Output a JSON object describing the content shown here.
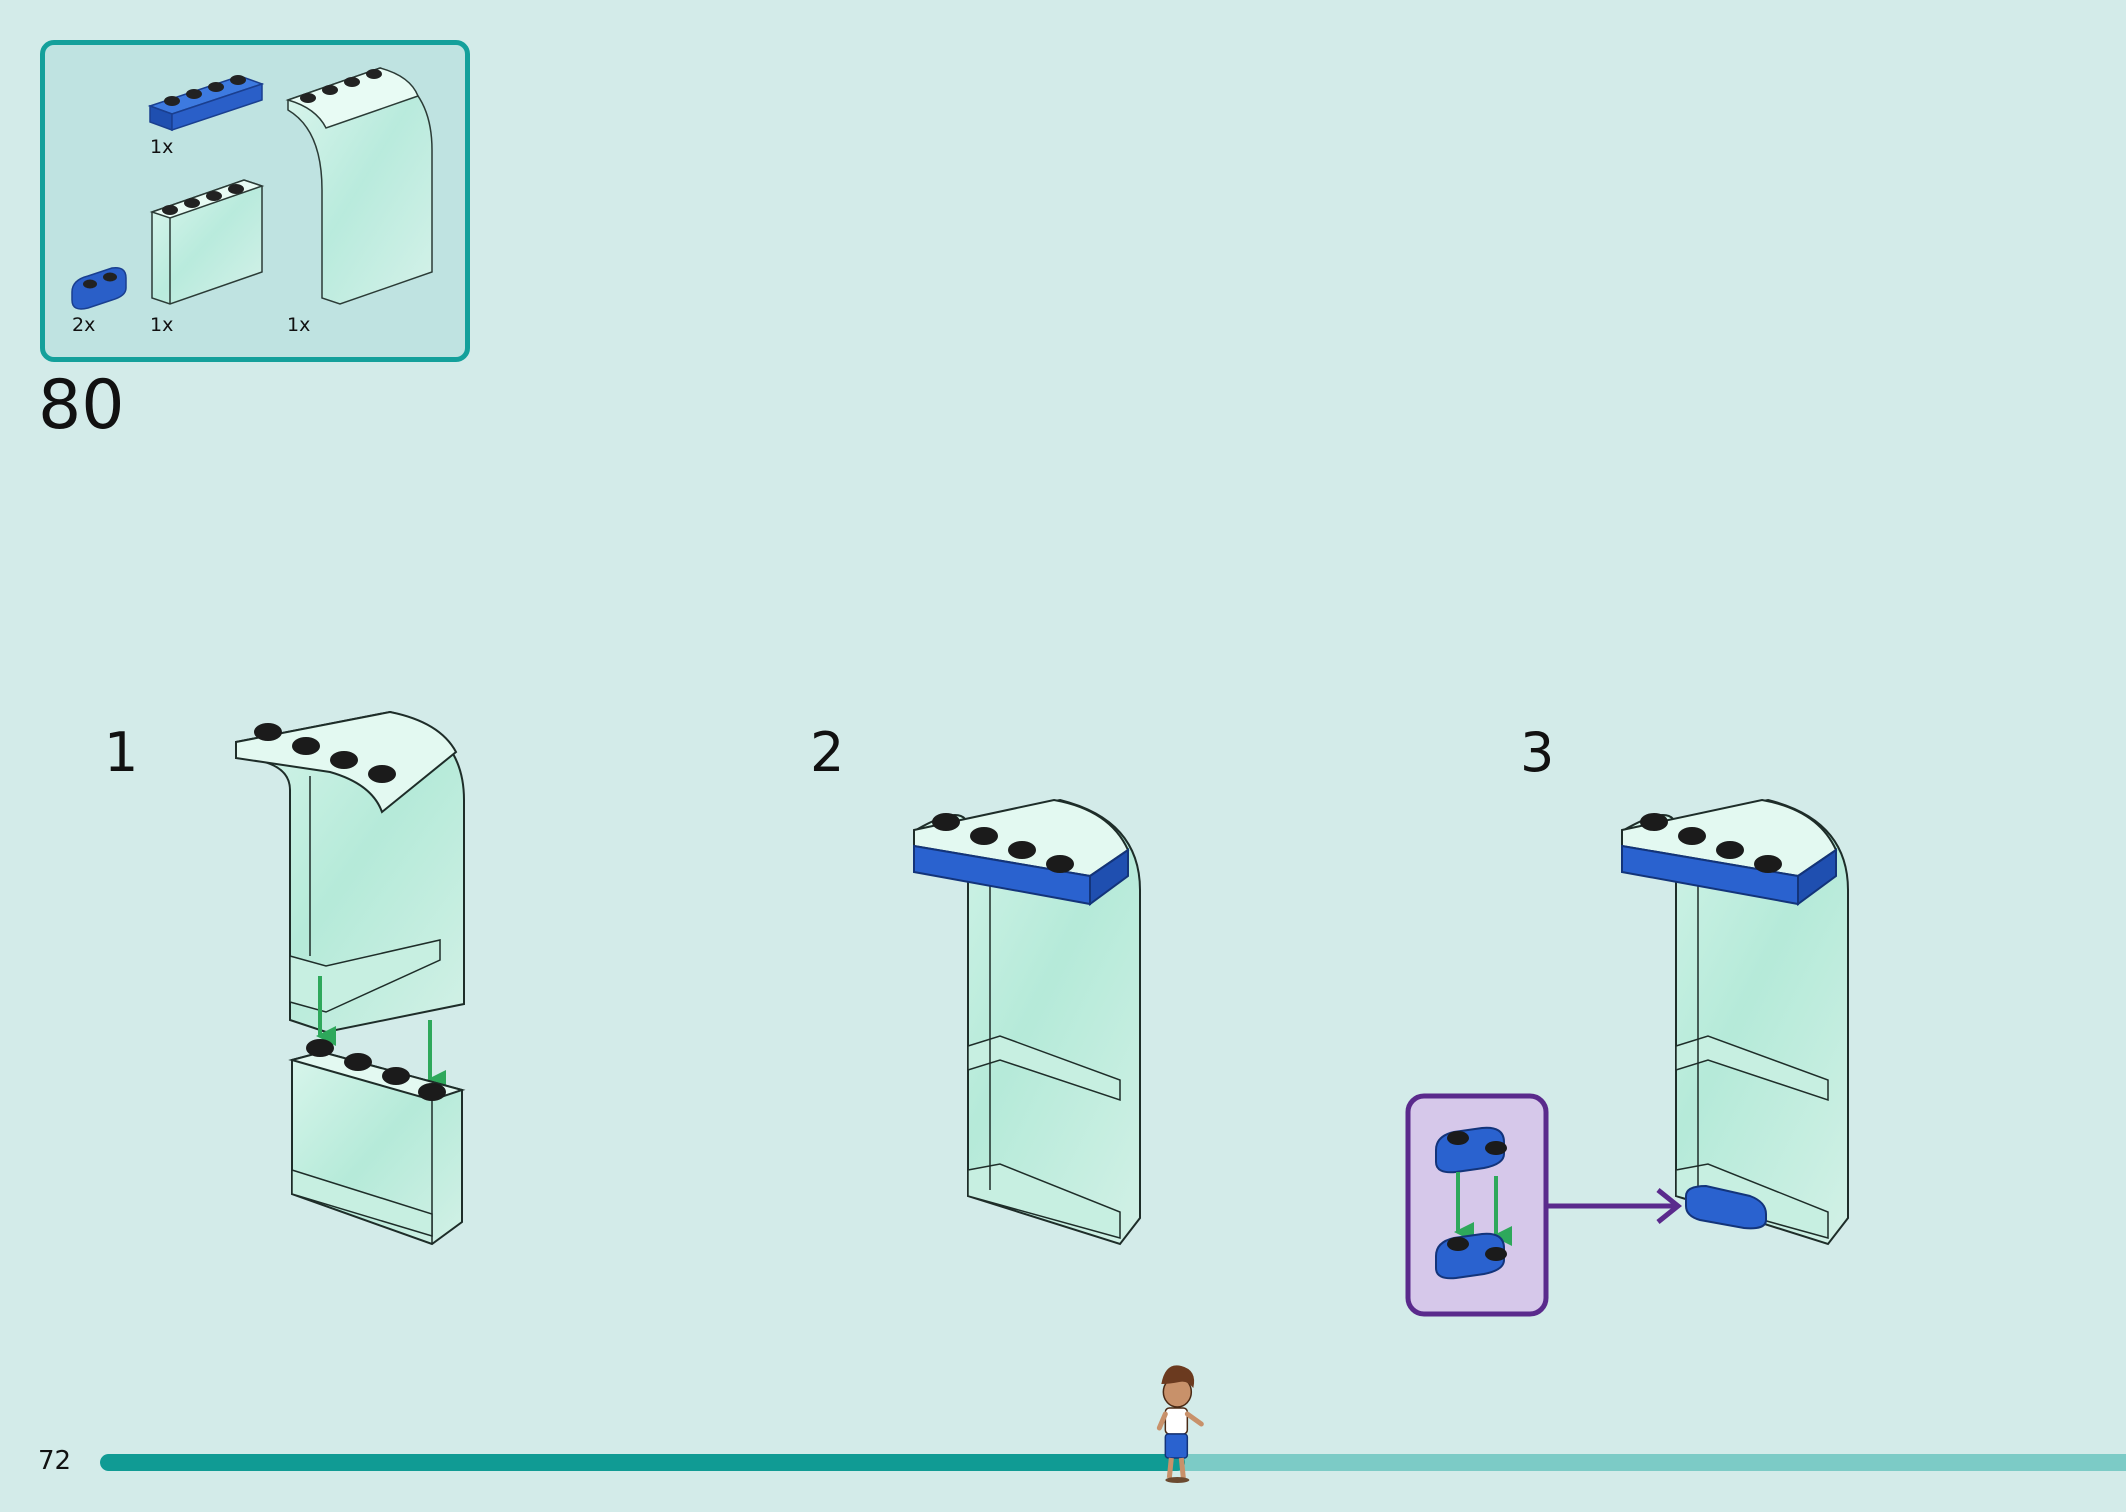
{
  "step": {
    "number": "80"
  },
  "page": {
    "number": "72"
  },
  "parts": [
    {
      "quantity": "1x",
      "name": "blue-plate-1x4"
    },
    {
      "quantity": "2x",
      "name": "blue-plate-1x2-rounded"
    },
    {
      "quantity": "1x",
      "name": "trans-clear-panel-1x4x3"
    },
    {
      "quantity": "1x",
      "name": "trans-clear-curved-panel"
    }
  ],
  "substeps": [
    {
      "label": "1"
    },
    {
      "label": "2"
    },
    {
      "label": "3"
    }
  ],
  "progress": {
    "fraction": 0.5357
  },
  "colors": {
    "background": "#d3ebe9",
    "parts_box_border": "#14a09b",
    "brick_blue": "#2a62cf",
    "trans_clear": "#c6efe2",
    "arrow_green": "#2ea85b",
    "callout_purple": "#5a2a8c",
    "progress_done": "#109b94",
    "progress_remaining": "#7ccbc6"
  }
}
